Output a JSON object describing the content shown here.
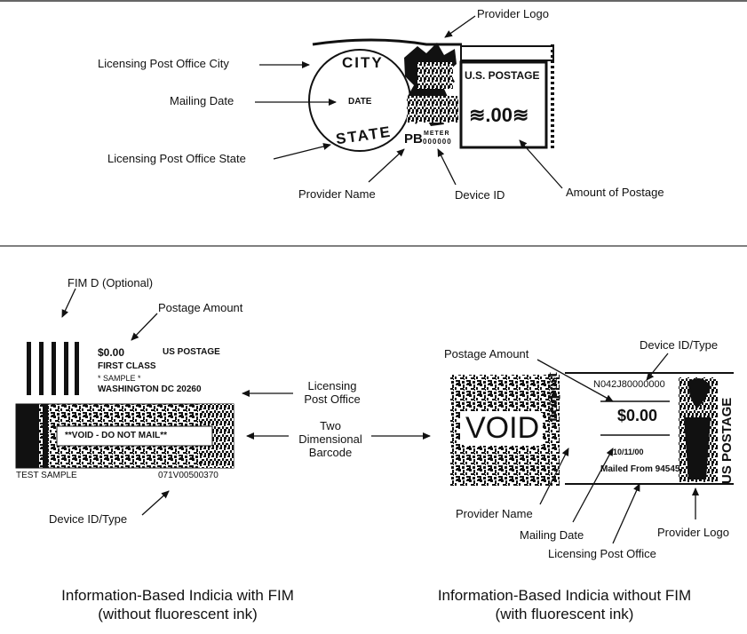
{
  "top": {
    "labels": {
      "provider_logo": "Provider Logo",
      "city": "Licensing Post Office City",
      "mailing_date": "Mailing Date",
      "state": "Licensing Post Office State",
      "provider_name": "Provider Name",
      "device_id": "Device ID",
      "amount": "Amount of Postage"
    },
    "meter": {
      "city": "CITY",
      "date": "DATE",
      "state": "STATE",
      "us_postage": "U.S. POSTAGE",
      "amount": "≋.00≋",
      "pb": "PB",
      "meter": "METER",
      "meter_no": "000000"
    }
  },
  "left_indicia": {
    "labels": {
      "fim": "FIM D (Optional)",
      "postage_amount": "Postage Amount",
      "licensing_po_1": "Licensing",
      "licensing_po_2": "Post Office",
      "barcode_1": "Two",
      "barcode_2": "Dimensional",
      "barcode_3": "Barcode",
      "device_id_type": "Device ID/Type"
    },
    "stamp": {
      "amount": "$0.00",
      "us_postage": "US POSTAGE",
      "class": "FIRST CLASS",
      "sample": "* SAMPLE *",
      "city_zip": "WASHINGTON DC 20260",
      "void": "**VOID - DO NOT MAIL**",
      "test_sample": "TEST SAMPLE",
      "device_no": "071V00500370"
    },
    "caption_1": "Information-Based Indicia with FIM",
    "caption_2": "(without fluorescent ink)"
  },
  "right_indicia": {
    "labels": {
      "postage_amount": "Postage Amount",
      "device_id_type": "Device ID/Type",
      "provider_name": "Provider Name",
      "mailing_date": "Mailing Date",
      "provider_logo": "Provider Logo",
      "licensing_po": "Licensing Post Office"
    },
    "stamp": {
      "void": "VOID",
      "brand": "neopost",
      "device_no": "N042J80000000",
      "amount": "$0.00",
      "date": "10/11/00",
      "mailed_from": "Mailed From 94545",
      "us_postage": "US POSTAGE"
    },
    "caption_1": "Information-Based Indicia without FIM",
    "caption_2": "(with fluorescent ink)"
  }
}
